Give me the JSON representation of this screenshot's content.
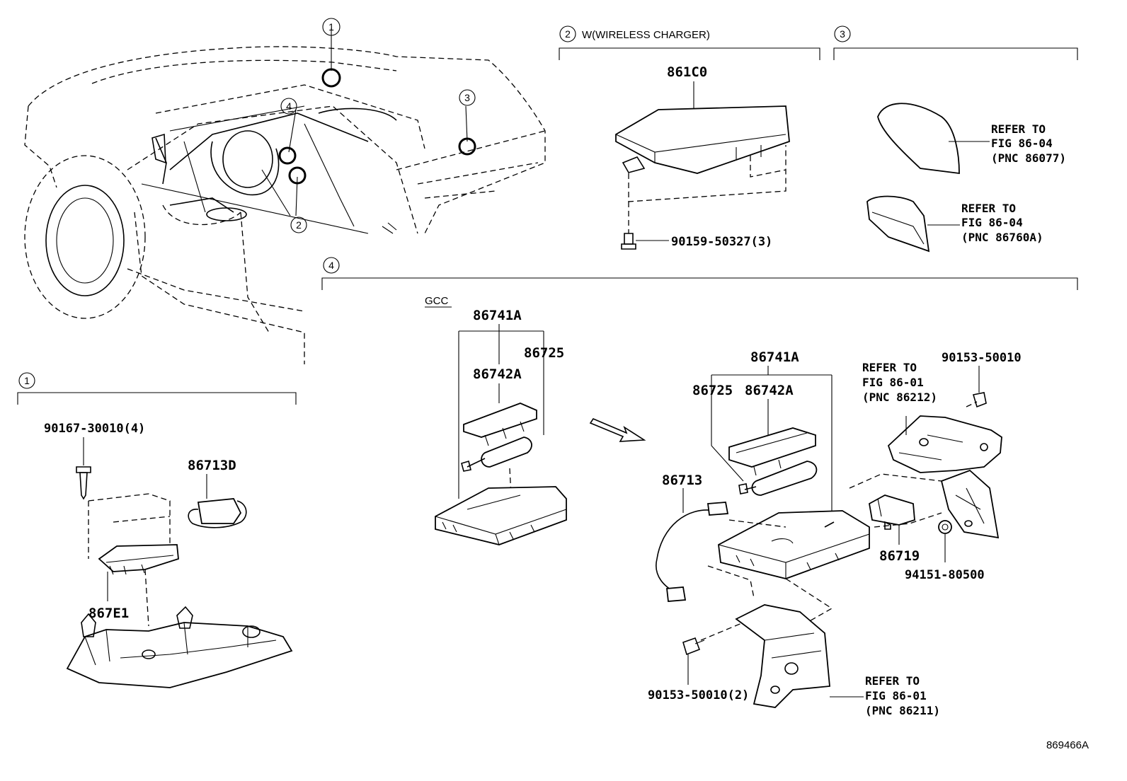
{
  "sections": {
    "s1": {
      "num": "1",
      "label": ""
    },
    "s2": {
      "num": "2",
      "label": "W(WIRELESS CHARGER)"
    },
    "s3": {
      "num": "3",
      "label": ""
    },
    "s4": {
      "num": "4",
      "label": ""
    }
  },
  "callouts": {
    "c1": "1",
    "c2": "2",
    "c3": "3",
    "c4": "4"
  },
  "parts": {
    "p861C0": "861C0",
    "p90159": "90159-50327(3)",
    "p90167": "90167-30010(4)",
    "p86713D": "86713D",
    "p867E1": "867E1",
    "gcc": "GCC",
    "g86741A": "86741A",
    "g86742A": "86742A",
    "g86725": "86725",
    "m86741A": "86741A",
    "m86725": "86725",
    "m86742A": "86742A",
    "m86713": "86713",
    "m86719": "86719",
    "m94151": "94151-80500",
    "m90153a": "90153-50010",
    "m90153b": "90153-50010(2)"
  },
  "refs": {
    "r1": [
      "REFER TO",
      "FIG 86-04",
      "(PNC 86077)"
    ],
    "r2": [
      "REFER TO",
      "FIG 86-04",
      "(PNC 86760A)"
    ],
    "r3": [
      "REFER TO",
      "FIG 86-01",
      "(PNC 86212)"
    ],
    "r4": [
      "REFER TO",
      "FIG 86-01",
      "(PNC 86211)"
    ]
  },
  "figure_id": "869466A"
}
